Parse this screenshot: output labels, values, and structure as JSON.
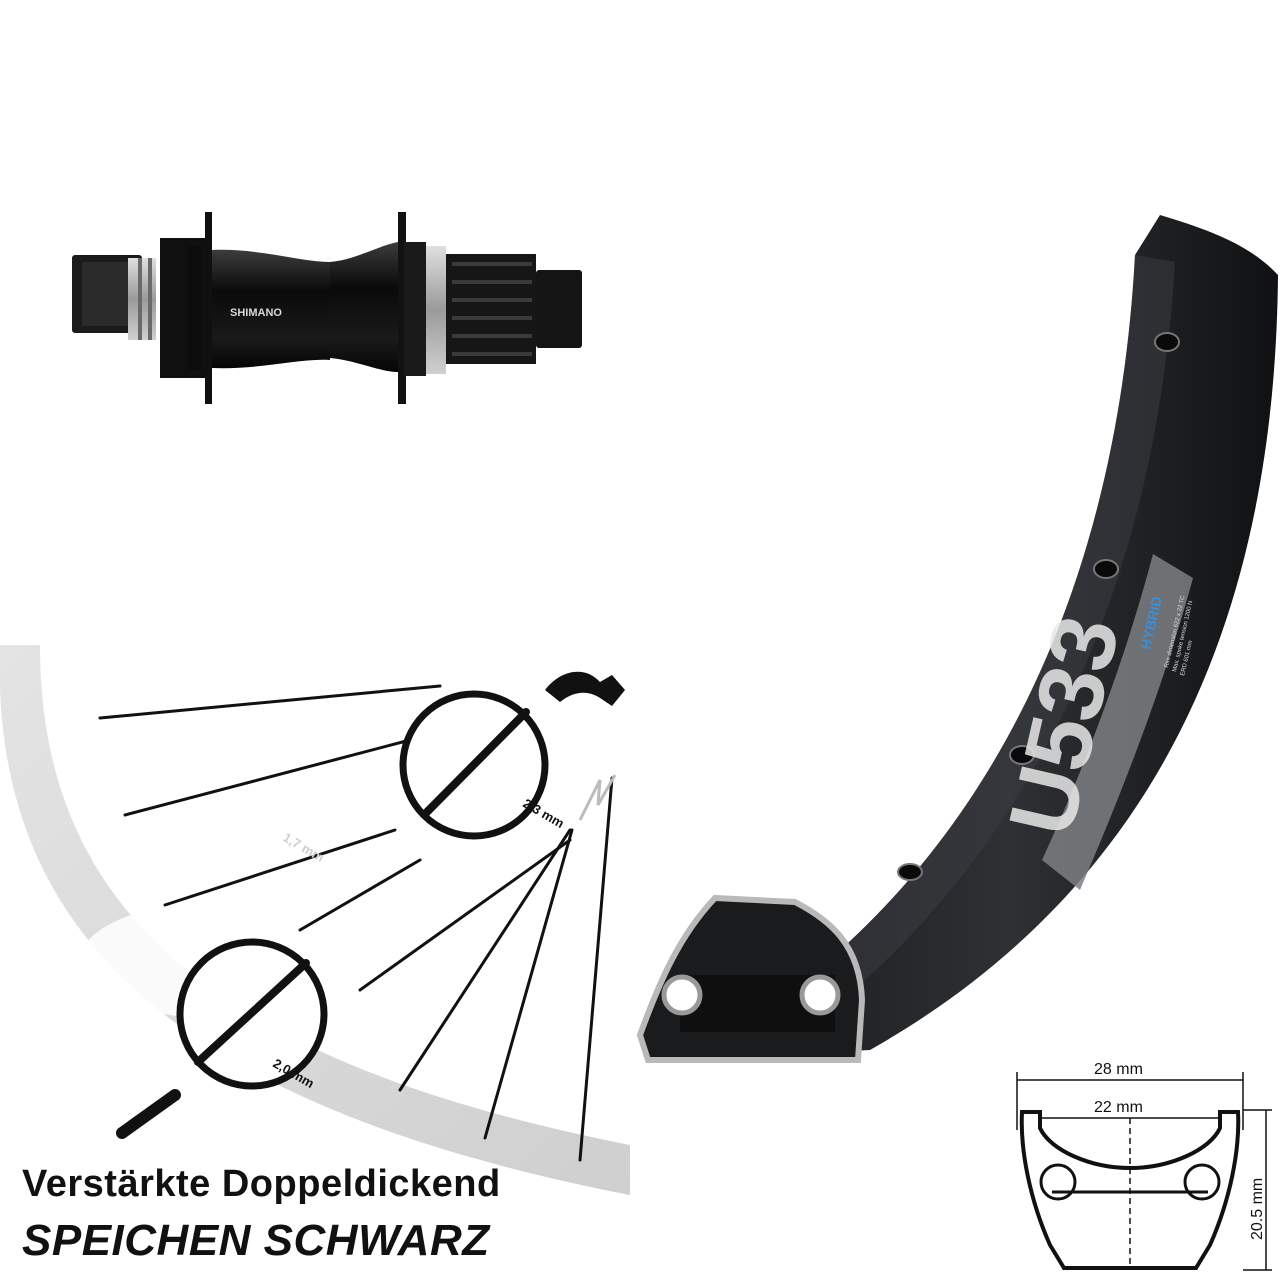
{
  "hub": {
    "brand": "SHIMANO"
  },
  "spokes": {
    "label_center": "2,3 mm",
    "label_butt": "1,7 mm",
    "label_end": "2,0 mm"
  },
  "rim": {
    "model": "U533",
    "badge": "HYBRID",
    "badge_lines": [
      "Rim dimension 622 x 22 TC",
      "Max. spoke tension 1200 N",
      "ERD 601 mm"
    ]
  },
  "profile": {
    "outer_width": "28 mm",
    "inner_width": "22 mm",
    "height": "20.5 mm"
  },
  "caption": {
    "line1": "Verstärkte Doppeldickend",
    "line2": "SPEICHEN SCHWARZ"
  },
  "colors": {
    "accent": "#3a8fd8",
    "rim": "#1f2124",
    "hub": "#0d0d0d"
  }
}
